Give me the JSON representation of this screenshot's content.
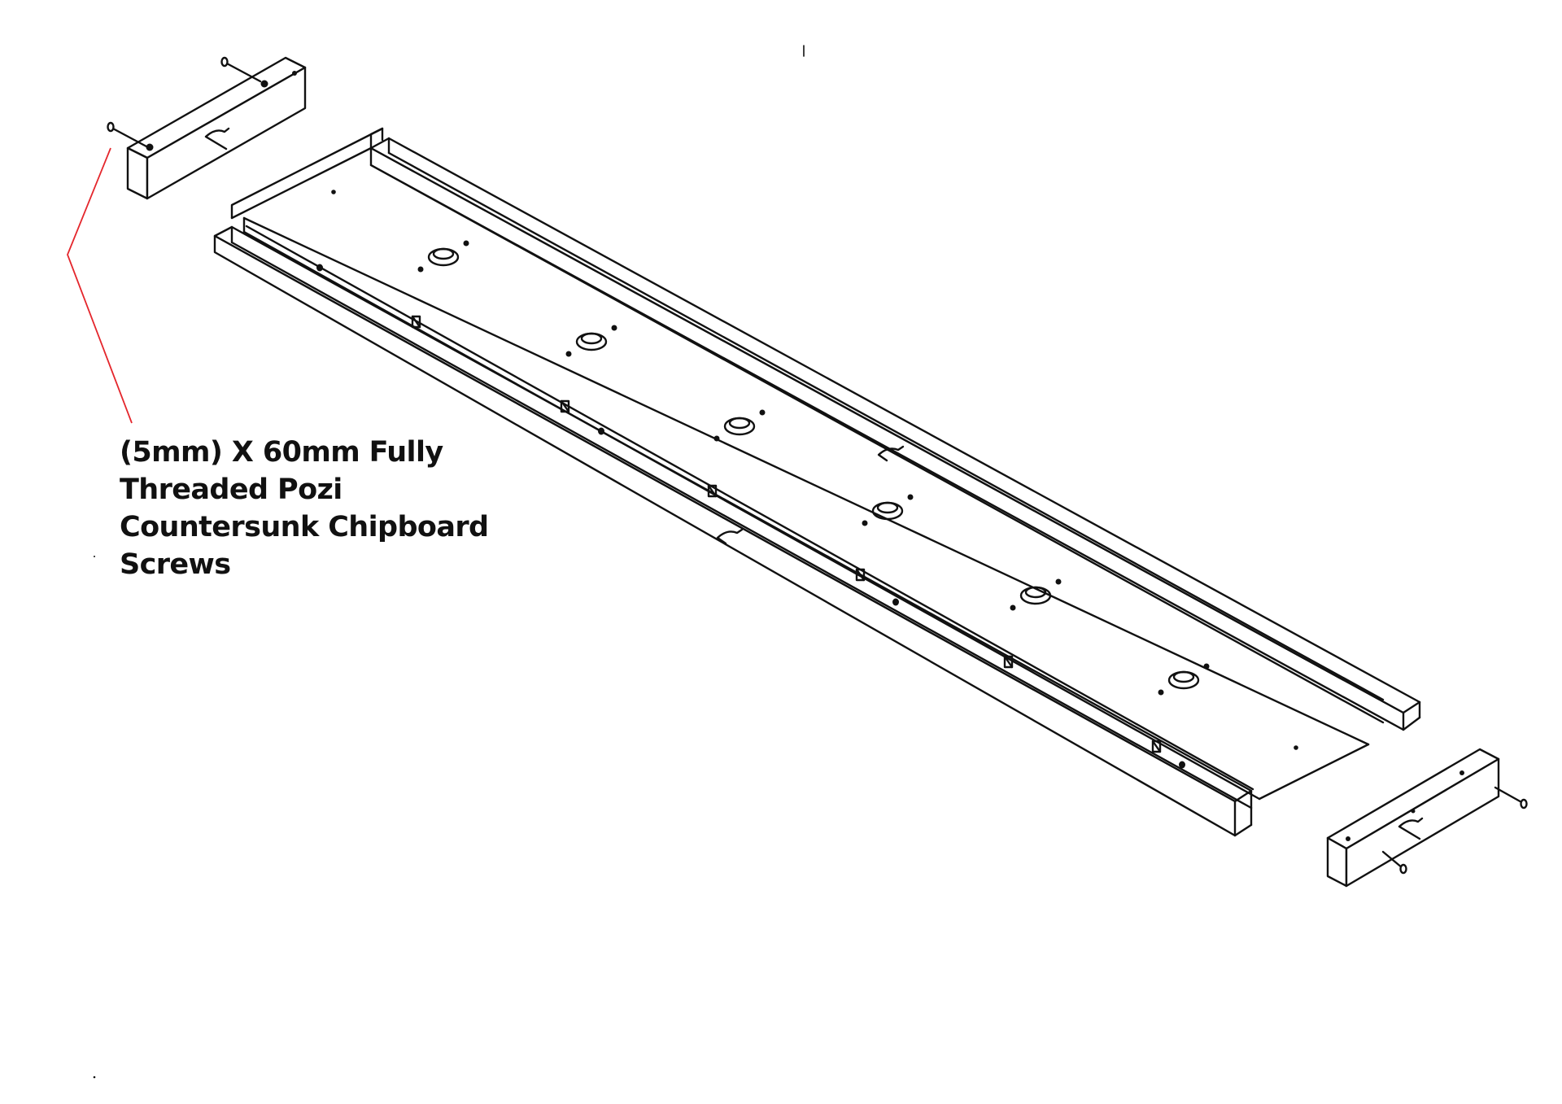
{
  "callout": {
    "lines": [
      "(5mm) X 60mm Fully",
      "Threaded Pozi",
      "Countersunk Chipboard",
      "Screws"
    ],
    "leader_color": "#e4262c"
  },
  "colors": {
    "line": "#111111",
    "background": "#ffffff"
  }
}
